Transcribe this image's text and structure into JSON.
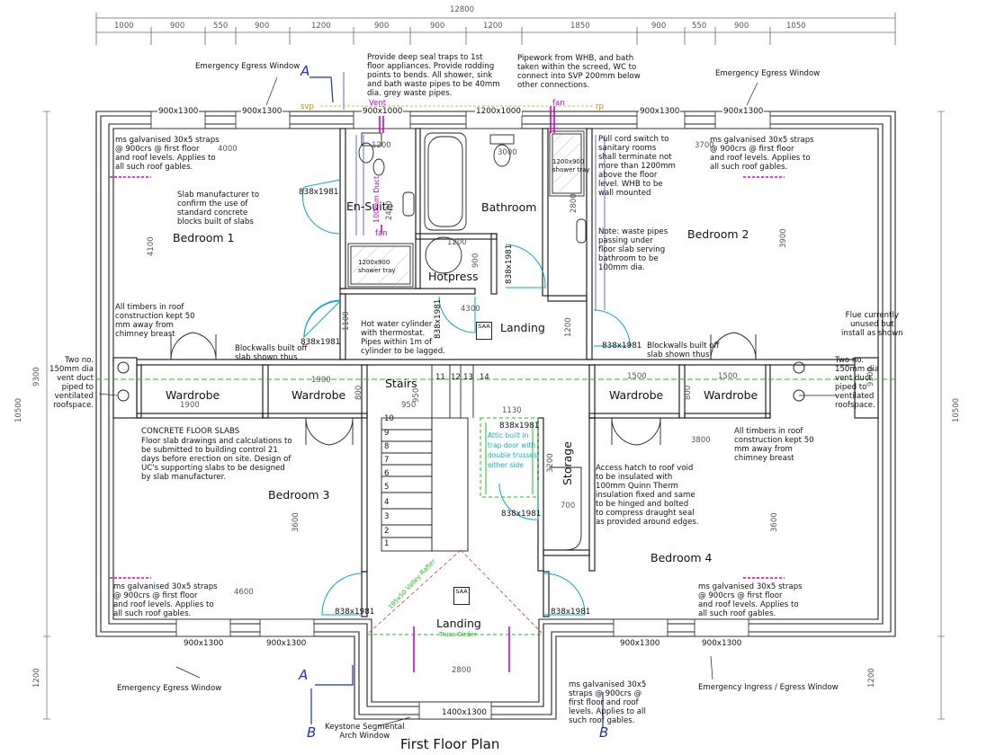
{
  "title": "First Floor Plan",
  "colors": {
    "wall": "#222222",
    "door": "#00a8c8",
    "section": "#1f2ec0",
    "vent": "#d000d0",
    "beam": "#19c019",
    "dim": "#666666",
    "ridge": "#d03030"
  },
  "top_dims": {
    "overall": "12800",
    "segments": [
      "1000",
      "900",
      "550",
      "900",
      "1200",
      "900",
      "900",
      "1200",
      "1850",
      "900",
      "550",
      "900",
      "1050"
    ]
  },
  "side_dims": {
    "left_overall": "10500",
    "left_main": "9300",
    "left_bottom": "1200",
    "right_overall": "10500",
    "right_main": "9300",
    "right_bottom": "1200"
  },
  "rooms": {
    "bedroom1": "Bedroom 1",
    "ensuite": "En-Suite",
    "bathroom": "Bathroom",
    "bedroom2": "Bedroom 2",
    "hotpress": "Hotpress",
    "landing_top": "Landing",
    "wardrobe1": "Wardrobe",
    "wardrobe2": "Wardrobe",
    "stairs": "Stairs",
    "wardrobe3": "Wardrobe",
    "wardrobe4": "Wardrobe",
    "storage": "Storage",
    "bedroom3": "Bedroom 3",
    "bedroom4": "Bedroom 4",
    "landing_bottom": "Landing"
  },
  "windows": {
    "w1": "900x1300",
    "w2": "900x1300",
    "w3": "900x1000",
    "w4": "1200x1000",
    "w5": "900x1300",
    "w6": "900x1300",
    "w7": "900x1300",
    "w8": "900x1300",
    "w9": "900x1300",
    "w10": "900x1300",
    "w11": "1400x1300"
  },
  "doors": {
    "d_ensuite": "838x1981",
    "d_bed1": "838x1981",
    "d_hotpress": "838x1981",
    "d_bath": "838x1981",
    "d_bed2": "838x1981",
    "d_bed3": "838x1981",
    "d_bed4": "838x1981",
    "d_hatch_top": "838x1981",
    "d_hatch_bottom": "838x1981"
  },
  "inner_dims": {
    "b1_w": "4000",
    "b1_h": "4100",
    "ens_w": "1200",
    "ens_h": "2400",
    "bath_w": "3000",
    "bath_h": "2800",
    "hot_w": "1200",
    "hot_h": "900",
    "land_w": "4300",
    "land_h": "1100",
    "land_h2": "1200",
    "b2_w": "3700",
    "b2_h": "3900",
    "ward1": "1900",
    "ward2": "1900",
    "ward_h": "800",
    "ward3": "1500",
    "ward4": "1500",
    "ward_h2": "800",
    "stairs_w": "950",
    "stairs_h": "950",
    "stor_w": "1130",
    "stor_h": "3200",
    "stor_d": "700",
    "b3_w": "4600",
    "b3_h": "3600",
    "b4_w": "3800",
    "b4_h": "3600",
    "land_bottom_w": "2800"
  },
  "stair_treads": [
    "1",
    "2",
    "3",
    "4",
    "5",
    "6",
    "7",
    "8",
    "9",
    "10",
    "11",
    "12",
    "13",
    "14"
  ],
  "labels": {
    "vent": "Vent",
    "svp": "svp",
    "rp": "rp",
    "fan_top": "fan",
    "fan_ens": "fan",
    "duct": "100mm Duct",
    "saa": "SAA",
    "valley": "195x50 Valley Rafter",
    "truss": "Truss Girder",
    "hatch": "Attic built in trap door with double trusses either side",
    "sec_a": "A",
    "sec_b": "B"
  },
  "notes": {
    "egress_tl": "Emergency Egress Window",
    "egress_tr": "Emergency Egress Window",
    "egress_bl": "Emergency Egress Window",
    "egress_br": "Emergency Ingress / Egress Window",
    "traps": "Provide deep seal traps to 1st\nfloor appliances. Provide rodding\npoints to bends. All shower, sink\nand bath waste pipes to be 40mm\ndia. grey waste pipes.",
    "pipework": "Pipework from WHB, and bath\ntaken within the screed, WC to\nconnect into SVP 200mm below\nother connections.",
    "straps_tl": "ms galvanised 30x5 straps\n@ 900crs @ first floor\nand roof levels. Applies to\nall such roof gables.",
    "straps_tr": "ms galvanised 30x5 straps\n@ 900crs @ first floor\nand roof levels. Applies to\nall such roof gables.",
    "straps_bl": "ms galvanised 30x5 straps\n@ 900crs @ first floor\nand roof levels. Applies to\nall such roof gables.",
    "straps_br": "ms galvanised 30x5 straps\n@ 900crs @ first floor\nand roof levels. Applies to\nall such roof gables.",
    "straps_bc": "ms galvanised 30x5\nstraps @ 900crs @\nfirst floor and roof\nlevels. Applies to all\nsuch roof gables.",
    "slab": "Slab manufacturer to\nconfirm the use of\nstandard concrete\nblocks built of slabs",
    "timbers_l": "All timbers in roof\nconstruction kept 50\nmm away from\nchimney breast",
    "timbers_r": "All timbers in roof\nconstruction kept 50\nmm away from\nchimney breast",
    "blockwalls_l": "Blockwalls built off\nslab shown thus",
    "blockwalls_r": "Blockwalls built off\nslab shown thus",
    "vent_l": "Two no.\n150mm dia\nvent duct\npiped to\nventilated\nroofspace.",
    "vent_r": "Two no.\n150mm dia\nvent duct\npiped to\nventilated\nroofspace.",
    "flue": "Flue currently\nunused but\ninstall as shown",
    "pullcord": "Pull cord switch to\nsanitary rooms\nshall terminate not\nmore than 1200mm\nabove the floor\nlevel. WHB to be\nwall mounted",
    "wastepipes": "Note: waste pipes\npassing under\nfloor slab serving\nbathroom to be\n100mm dia.",
    "hotwater": "Hot water cylinder\nwith thermostat.\nPipes within 1m of\ncylinder to be lagged.",
    "concrete_title": "CONCRETE FLOOR SLABS",
    "concrete": "Floor slab drawings and calculations to\nbe submitted to building control 21\ndays before erection on site. Design of\nUC's supporting slabs to be designed\nby slab manufacturer.",
    "hatch_note": "Access hatch to roof void\nto be insulated with\n100mm Quinn Therm\ninsulation fixed and same\nto be hinged and bolted\nto compress draught seal\nas provided around edges.",
    "shower1": "1200x900\nshower tray",
    "shower2": "1200x900\nshower tray",
    "keystone": "Keystone Segmental\nArch Window"
  }
}
